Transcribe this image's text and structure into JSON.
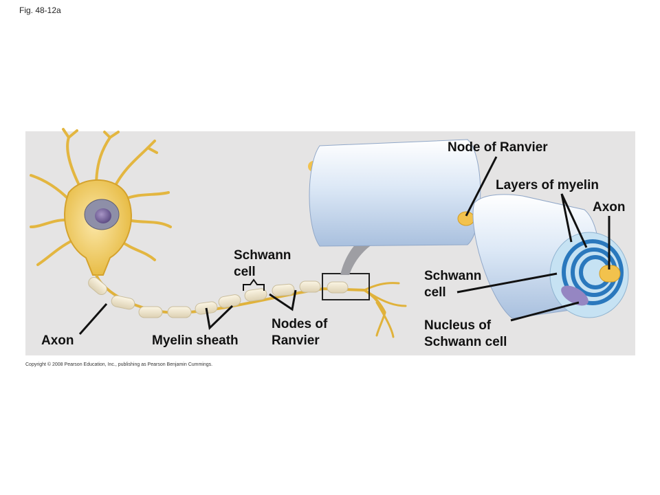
{
  "figure_label": "Fig. 48-12a",
  "labels": {
    "node_of_ranvier": "Node of Ranvier",
    "layers_of_myelin": "Layers of myelin",
    "axon_right": "Axon",
    "schwann_cell_mid": "Schwann\ncell",
    "schwann_cell_right": "Schwann\ncell",
    "nodes_of_ranvier": "Nodes of\nRanvier",
    "nucleus_of_schwann_cell": "Nucleus of\nSchwann cell",
    "axon_left": "Axon",
    "myelin_sheath": "Myelin sheath"
  },
  "copyright": "Copyright © 2008 Pearson Education, Inc., publishing as Pearson Benjamin Cummings."
}
